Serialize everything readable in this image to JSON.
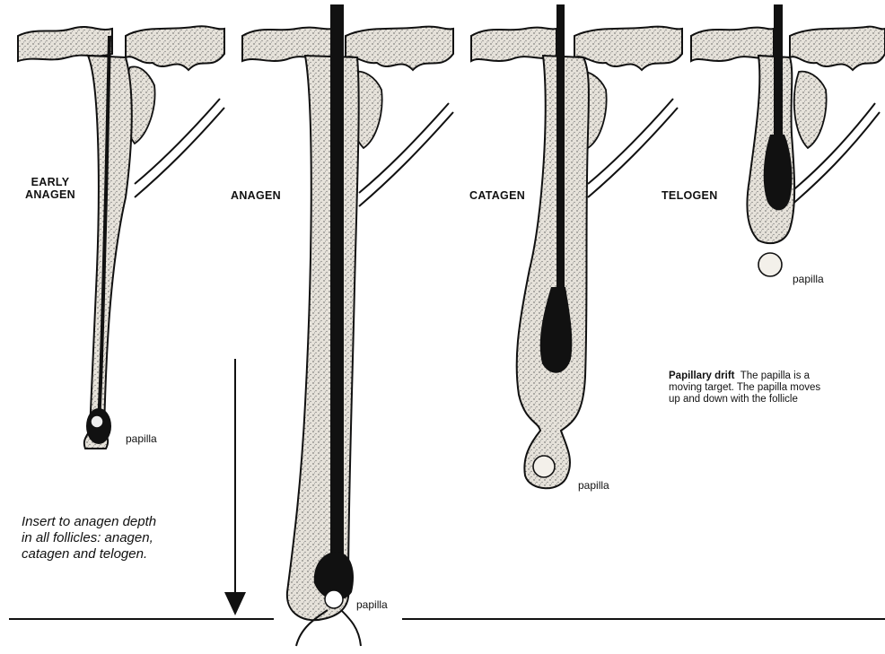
{
  "stages": {
    "early_anagen": [
      "EARLY",
      "ANAGEN"
    ],
    "anagen": "ANAGEN",
    "catagen": "CATAGEN",
    "telogen": "TELOGEN"
  },
  "papilla_label": "papilla",
  "papilla_label_telogen": "papilla",
  "insertion_note": [
    "Insert to anagen depth",
    "in all follicles: anagen,",
    "catagen and telogen."
  ],
  "caption": {
    "title": "Papillary drift",
    "lines": [
      "The papilla is a",
      "moving target. The papilla moves",
      "up and down with the follicle"
    ]
  },
  "colors": {
    "ink": "#111111",
    "follicle_fill": "#ddd9d0",
    "background": "#ffffff"
  }
}
